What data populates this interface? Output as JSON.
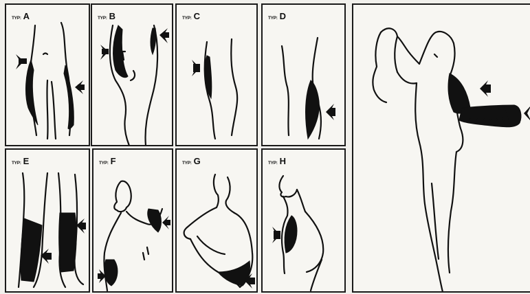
{
  "panels": [
    {
      "prefix": "TYP:",
      "letter": "A"
    },
    {
      "prefix": "TYP:",
      "letter": "B"
    },
    {
      "prefix": "TYP:",
      "letter": "C"
    },
    {
      "prefix": "TYP:",
      "letter": "D"
    },
    {
      "prefix": "TYP:",
      "letter": "E"
    },
    {
      "prefix": "TYP:",
      "letter": "F"
    },
    {
      "prefix": "TYP:",
      "letter": "G"
    },
    {
      "prefix": "TYP:",
      "letter": "H"
    }
  ],
  "colors": {
    "ink": "#111111",
    "paper": "#f1f0ec",
    "panel_bg": "#f7f6f2"
  }
}
